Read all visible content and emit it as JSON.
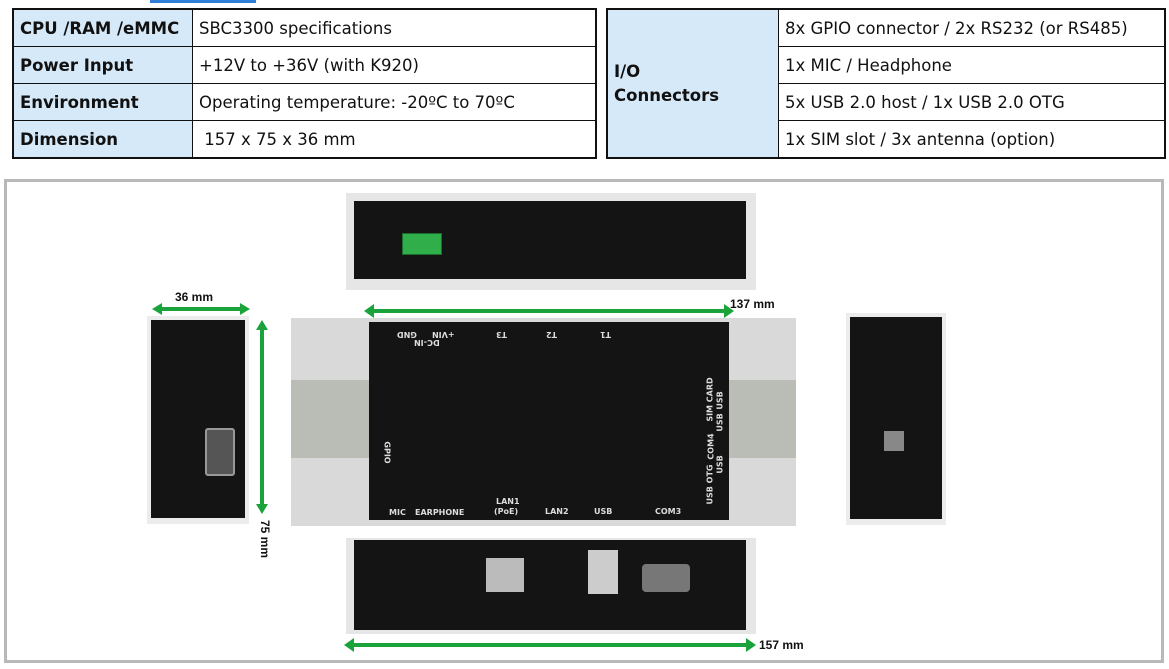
{
  "spec_left": [
    {
      "key": "CPU /RAM /eMMC",
      "value": "SBC3300 specifications"
    },
    {
      "key": "Power Input",
      "value": "+12V to +36V (with K920)"
    },
    {
      "key": "Environment",
      "value": "Operating temperature: -20ºC to 70ºC"
    },
    {
      "key": "Dimension",
      "value": " 157 x 75 x 36 mm"
    }
  ],
  "spec_right": {
    "group_line1": "I/O",
    "group_line2": "Connectors",
    "items": [
      "8x GPIO connector / 2x RS232 (or RS485)",
      "1x MIC / Headphone",
      "5x USB 2.0 host / 1x USB 2.0 OTG",
      "1x SIM slot / 3x antenna (option)"
    ]
  },
  "dimensions": {
    "width_side": "36 mm",
    "length_top": "137 mm",
    "depth_side": "75 mm",
    "length_bottom": "157 mm"
  },
  "device_labels": {
    "gnd": "GND",
    "dcin": "DC-IN",
    "vin": "+VIN",
    "t3": "T3",
    "t2": "T2",
    "t1": "T1",
    "gpio": "GPIO",
    "mic": "MIC",
    "earphone": "EARPHONE",
    "lan1": "LAN1",
    "poe": "(PoE)",
    "lan2": "LAN2",
    "usb": "USB",
    "com3": "COM3",
    "sim_card": "SIM CARD",
    "usb_a": "USB",
    "usb_b": "USB",
    "com4": "COM4",
    "usb_c": "USB",
    "usb_otg": "USB OTG"
  }
}
